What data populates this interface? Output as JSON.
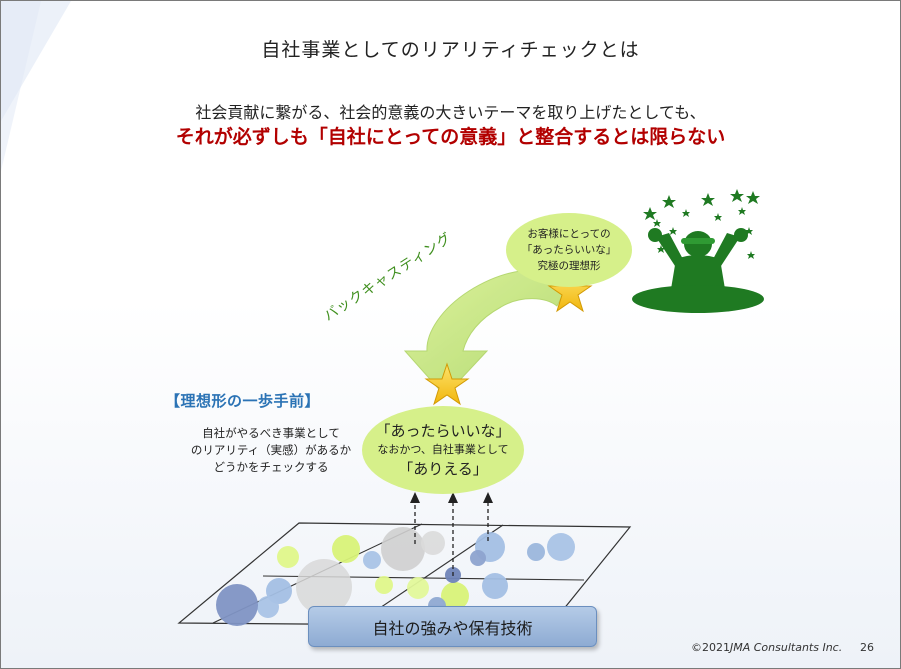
{
  "slide": {
    "title": "自社事業としてのリアリティチェックとは",
    "subtitle_line1": "社会貢献に繋がる、社会的意義の大きいテーマを取り上げたとしても、",
    "subtitle_line2": "それが必ずしも「自社にとっての意義」と整合するとは限らない",
    "left_panel": {
      "heading": "【理想形の一歩手前】",
      "desc_line1": "自社がやるべき事業として",
      "desc_line2": "のリアリティ（実感）があるか",
      "desc_line3": "どうかをチェックする"
    },
    "top_bubble": {
      "line1": "お客様にとっての",
      "line2": "「あったらいいな」",
      "line3": "究極の理想形"
    },
    "center_bubble": {
      "line1": "「あったらいいな」",
      "line2": "なおかつ、自社事業として",
      "line3": "「ありえる」"
    },
    "arrow_label": "バックキャスティング",
    "base_box": "自社の強みや保有技術",
    "footer": {
      "copyright": "©2021",
      "brand": "JMA Consultants Inc.",
      "page": "26"
    }
  },
  "colors": {
    "title_red": "#b20000",
    "heading_blue": "#2b73b5",
    "bubble_green": "#d6f08a",
    "figure_green": "#1f7a22",
    "star_gold": "#f5c21b",
    "box_blue": "#9fb9dd"
  },
  "icons": {
    "figure": "celebrating-person-icon",
    "star": "star-icon",
    "arrow": "curved-arrow-icon"
  }
}
